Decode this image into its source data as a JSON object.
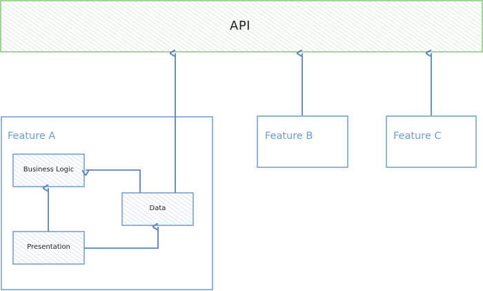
{
  "diagram": {
    "api": {
      "label": "API"
    },
    "features": [
      {
        "id": "feature-a",
        "label": "Feature A"
      },
      {
        "id": "feature-b",
        "label": "Feature B"
      },
      {
        "id": "feature-c",
        "label": "Feature C"
      }
    ],
    "layers": [
      {
        "id": "business-logic",
        "label": "Business Logic"
      },
      {
        "id": "data",
        "label": "Data"
      },
      {
        "id": "presentation",
        "label": "Presentation"
      }
    ],
    "connections": [
      {
        "from": "Data",
        "to": "API"
      },
      {
        "from": "Feature B",
        "to": "API"
      },
      {
        "from": "Feature C",
        "to": "API"
      },
      {
        "from": "Presentation",
        "to": "Business Logic"
      },
      {
        "from": "Presentation",
        "to": "Data"
      },
      {
        "from": "Data",
        "to": "Business Logic"
      }
    ]
  },
  "colors": {
    "api_stroke": "#8cc97e",
    "api_hatch": "#cfe9c8",
    "feature_stroke": "#7a9fd8",
    "feature_text": "#6f9ad8",
    "layer_hatch": "#cddcf3",
    "arrow": "#5b82bd"
  }
}
